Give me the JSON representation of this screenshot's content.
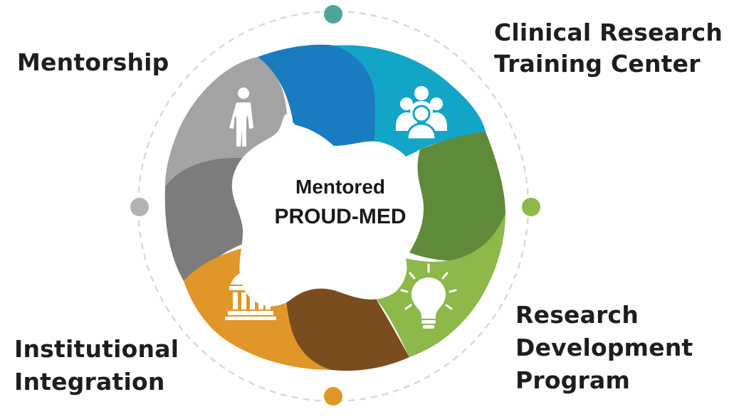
{
  "center": {
    "line1": "Mentored",
    "line2": "PROUD-MED"
  },
  "segments": {
    "mentorship": {
      "lines": [
        "Mentorship"
      ],
      "icon": "person-icon",
      "color": "#9d9d9d"
    },
    "clinical_research": {
      "lines": [
        "Clinical Research",
        "Training Center"
      ],
      "icon": "people-group-icon",
      "color": "#12a5c7"
    },
    "research_development": {
      "lines": [
        "Research",
        "Development",
        "Program"
      ],
      "icon": "lightbulb-icon",
      "color": "#8cb94a"
    },
    "institutional_integration": {
      "lines": [
        "Institutional",
        "Integration"
      ],
      "icon": "institution-building-icon",
      "color": "#e1962a"
    }
  },
  "colors": {
    "gray_light": "#9d9d9d",
    "gray_dark": "#7b7b7b",
    "blue_dark": "#1b7bc1",
    "blue_light": "#12a5c7",
    "green_dark": "#5f8a3a",
    "green_light": "#8cb94a",
    "brown": "#7a4d1e",
    "orange": "#e1962a",
    "ring": "#d9d9d9",
    "dot_teal": "#4fa59a",
    "dot_green": "#8cb94a",
    "dot_orange": "#e1962a",
    "dot_gray": "#b3b3b3"
  }
}
